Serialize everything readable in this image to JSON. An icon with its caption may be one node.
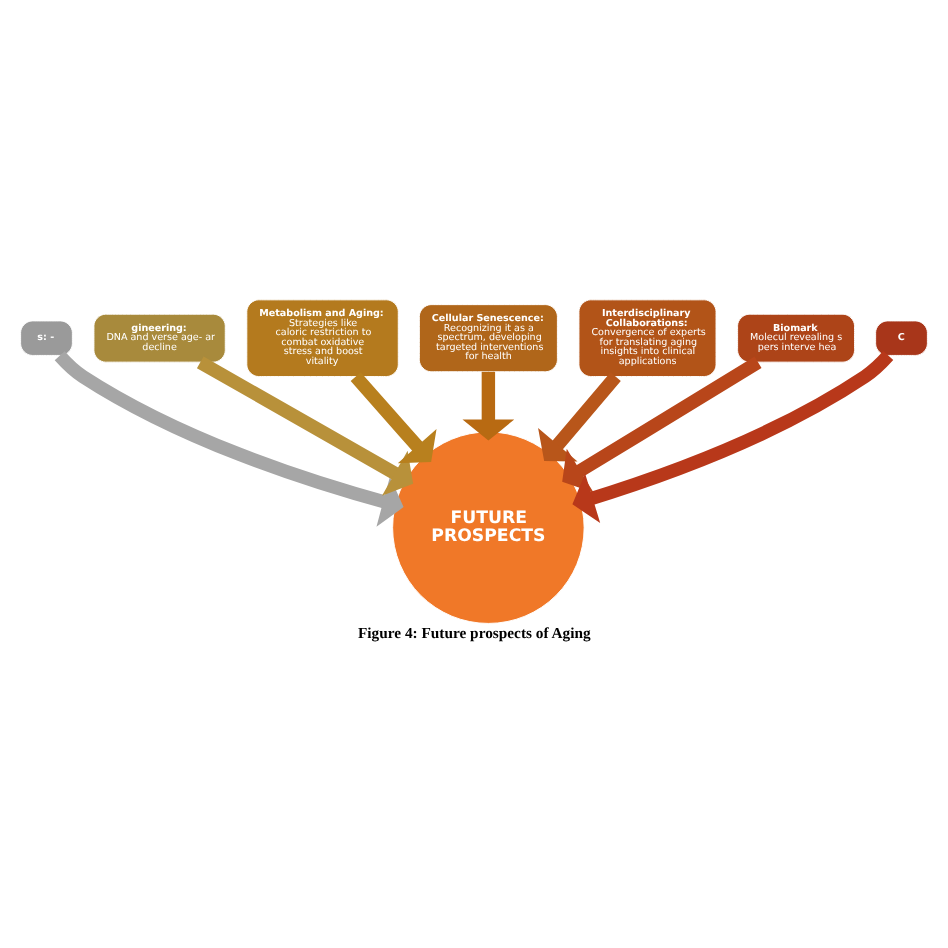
{
  "diagram": {
    "caption": "Figure 4: Future prospects of Aging",
    "nodes": [
      {
        "text": [
          "FUTURE PROSPECTS"
        ]
      },
      {
        "text": [
          "s: -"
        ]
      },
      {
        "text": [
          "gineering:",
          "DNA and verse age- ar decline"
        ]
      },
      {
        "text": [
          "Metabolism and Aging:",
          "Strategies like caloric restriction to combat oxidative stress and boost vitality"
        ]
      },
      {
        "text": [
          "Cellular Senescence:",
          "Recognizing it as a spectrum, developing targeted interventions for health"
        ]
      },
      {
        "text": [
          "Interdisciplinary Collaborations:",
          "Convergence of experts for translating aging insights into clinical applications"
        ]
      },
      {
        "text": [
          "Biomark",
          "Molecul revealing s pers interve hea"
        ]
      },
      {
        "text": [
          "C"
        ]
      }
    ],
    "edges": [
      {
        "from": 1,
        "to": 0,
        "arrow": "to",
        "color": "#a6a6a6"
      },
      {
        "from": 2,
        "to": 0,
        "arrow": "to",
        "color": "#b8913a"
      },
      {
        "from": 3,
        "to": 0,
        "arrow": "to",
        "color": "#b8801e"
      },
      {
        "from": 4,
        "to": 0,
        "arrow": "to",
        "color": "#b86a12"
      },
      {
        "from": 5,
        "to": 0,
        "arrow": "to",
        "color": "#b8561a"
      },
      {
        "from": 6,
        "to": 0,
        "arrow": "to",
        "color": "#b8461a"
      },
      {
        "from": 7,
        "to": 0,
        "arrow": "to",
        "color": "#b8381a"
      }
    ]
  }
}
